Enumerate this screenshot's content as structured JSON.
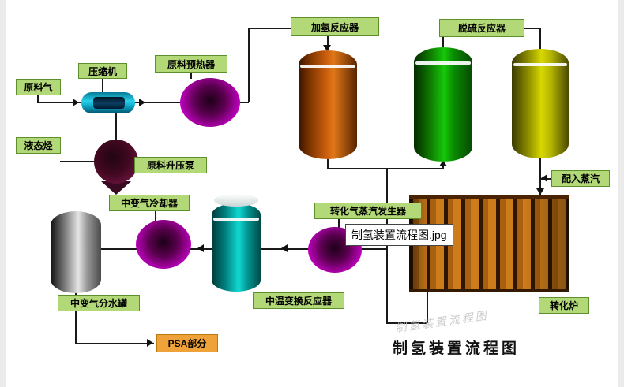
{
  "image": {
    "tooltip_filename": "制氢装置流程图.jpg",
    "caption_title": "制氢装置流程图",
    "watermark": "制氢装置流程图"
  },
  "labels": {
    "raw_gas": "原料气",
    "compressor": "压缩机",
    "feed_preheater": "原料预热器",
    "hydrogenation_reactor": "加氢反应器",
    "desulfurization_reactor": "脱硫反应器",
    "liquid_hydrocarbon": "液态烃",
    "feed_booster_pump": "原料升压泵",
    "steam_injection": "配入蒸汽",
    "shift_gas_cooler": "中变气冷却器",
    "reformed_gas_steam_generator": "转化气蒸汽发生器",
    "shift_gas_water_separator": "中变气分水罐",
    "mt_shift_reactor": "中温变换反应器",
    "reformer_furnace": "转化炉",
    "psa_section": "PSA部分"
  },
  "colors": {
    "label_bg": "#b2d878",
    "label_border": "#5d8f2a",
    "psa_bg": "#f0a23a",
    "pipe": "#1a1a1a",
    "vessel_hydrogenation": "#c45c10",
    "vessel_desulfurization_green": "#12b408",
    "vessel_desulfurization_yellow": "#cfcf00",
    "vessel_shift_cyan": "#00b8b8",
    "separator_gray": "#9a9a9a",
    "exchanger_magenta": "#c400c4",
    "pump_maroon": "#4a0c28",
    "compressor_cyan": "#19b9d9",
    "furnace_orange": "#c0720f"
  }
}
